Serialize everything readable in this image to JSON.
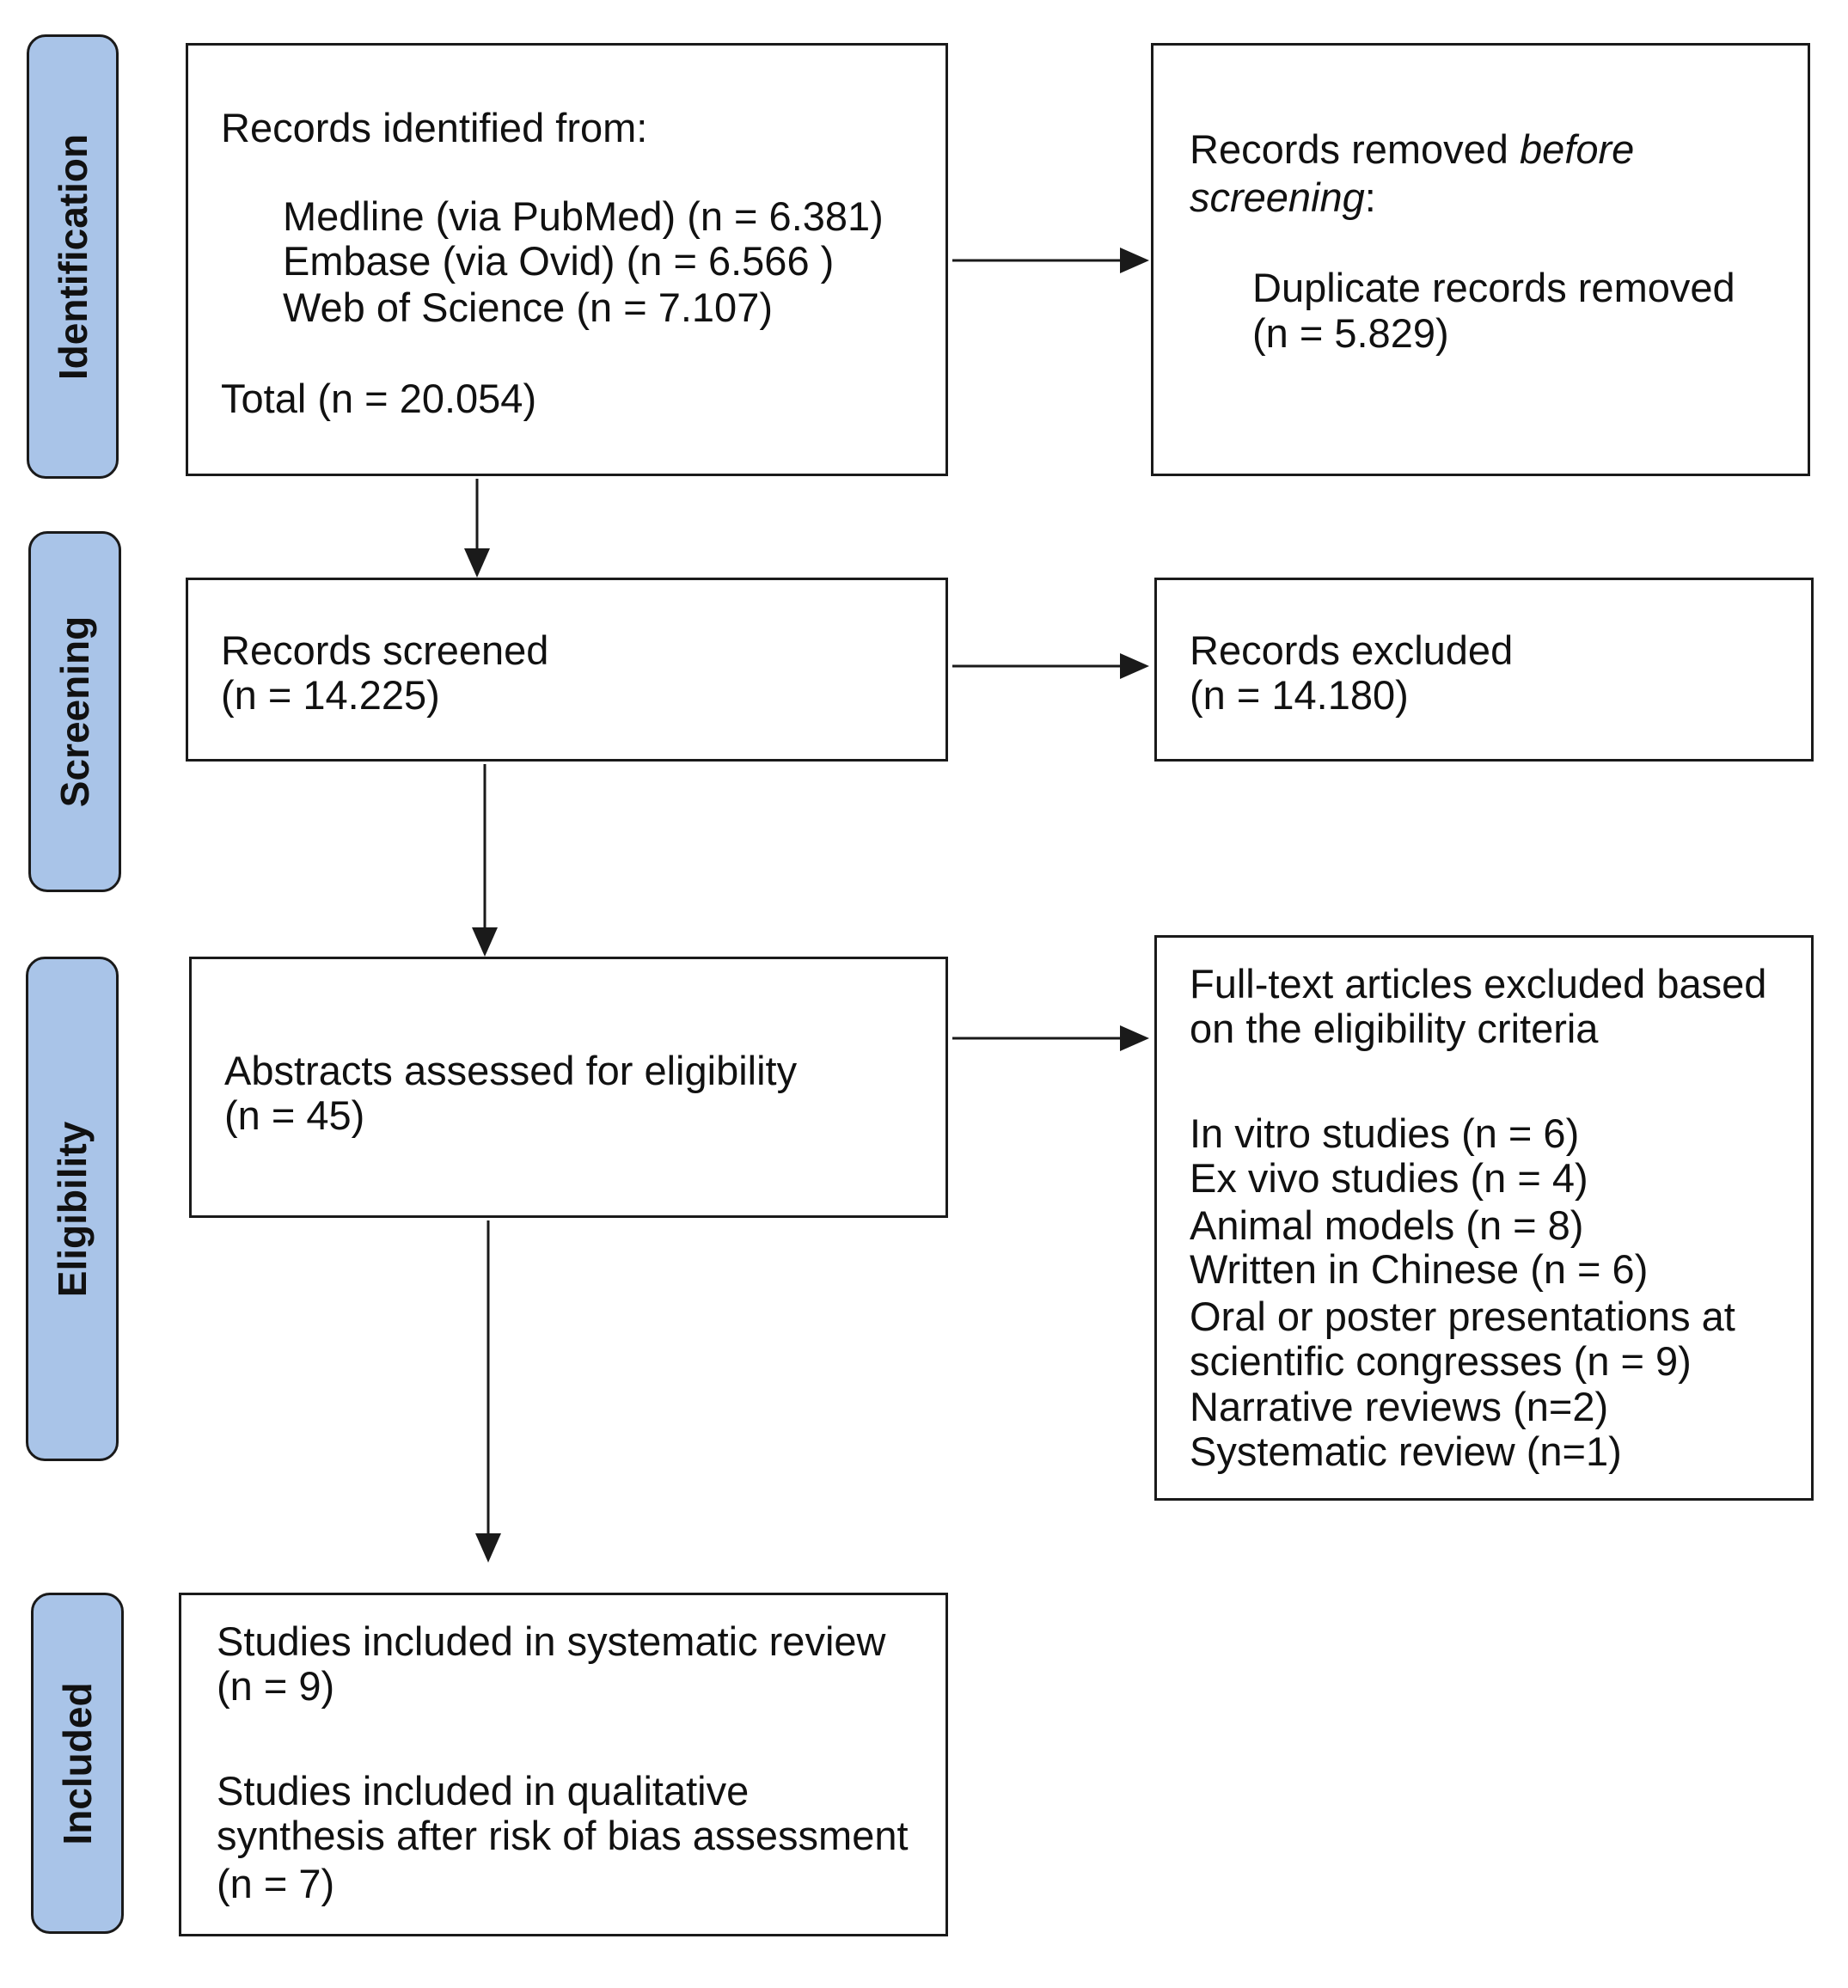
{
  "stages": {
    "identification": "Identification",
    "screening": "Screening",
    "eligibility": "Eligibility",
    "included": "Included"
  },
  "identification_box": {
    "heading": "Records identified from:",
    "sources": [
      "Medline (via PubMed) (n = 6.381)",
      "Embase (via Ovid) (n = 6.566 )",
      "Web of Science (n = 7.107)"
    ],
    "total": "Total (n = 20.054)"
  },
  "removed_box": {
    "heading_start": "Records removed ",
    "heading_italic": "before",
    "heading_italic_2": "screening",
    "heading_end": ":",
    "detail_line1": "Duplicate records removed",
    "detail_line2": "(n = 5.829)"
  },
  "screened_box": {
    "line1": "Records screened",
    "line2": "(n = 14.225)"
  },
  "excluded_box": {
    "line1": "Records excluded",
    "line2": "(n = 14.180)"
  },
  "eligibility_box": {
    "line1": "Abstracts assessed for eligibility",
    "line2": "(n = 45)"
  },
  "fulltext_excluded_box": {
    "heading_line1": "Full-text articles excluded based",
    "heading_line2": "on the eligibility criteria",
    "reasons": [
      "In vitro studies (n = 6)",
      "Ex vivo studies (n = 4)",
      "Animal models (n = 8)",
      "Written in Chinese (n = 6)",
      "Oral or poster presentations at",
      "scientific congresses  (n = 9)",
      "Narrative reviews (n=2)",
      "Systematic review (n=1)"
    ]
  },
  "included_box": {
    "line1": "Studies included in systematic review",
    "line2": "(n = 9)",
    "line3": "Studies included in qualitative",
    "line4": "synthesis after risk of bias assessment",
    "line5": "(n = 7)"
  },
  "colors": {
    "stage_fill": "#a9c4e8",
    "stroke": "#1a1a1a",
    "text": "#111111"
  }
}
